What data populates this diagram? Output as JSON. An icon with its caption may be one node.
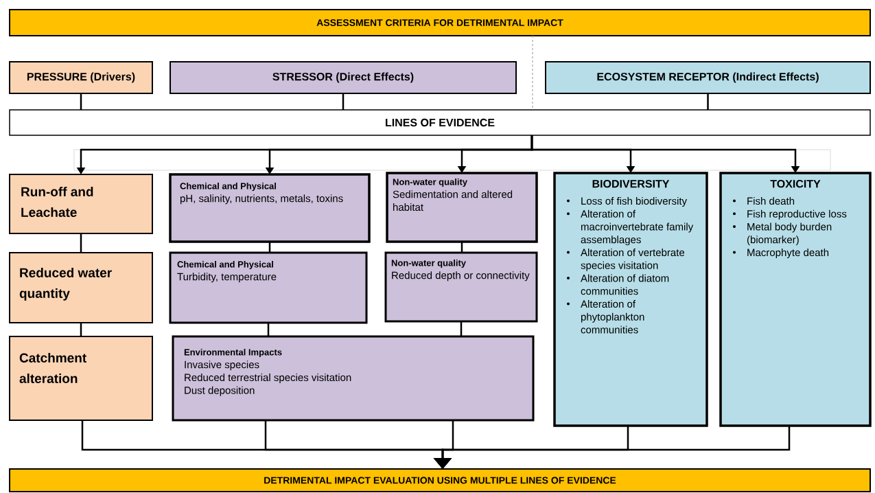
{
  "diagram": {
    "nodes": [
      {
        "text": [
          "ASSESSMENT CRITERIA FOR DETRIMENTAL IMPACT"
        ]
      },
      {
        "text": [
          "PRESSURE (Drivers)"
        ]
      },
      {
        "text": [
          "STRESSOR (Direct Effects)"
        ]
      },
      {
        "text": [
          "ECOSYSTEM RECEPTOR (Indirect Effects)"
        ]
      },
      {
        "text": [
          "LINES OF EVIDENCE"
        ]
      },
      {
        "text": [
          "Run-off and Leachate"
        ]
      },
      {
        "text": [
          "Chemical and Physical",
          "pH, salinity, nutrients, metals, toxins"
        ]
      },
      {
        "text": [
          "Non-water quality",
          "Sedimentation and altered habitat"
        ]
      },
      {
        "text": [
          "BIODIVERSITY",
          "Loss of fish biodiversity",
          "Alteration of macroinvertebrate family assemblages",
          "Alteration of vertebrate species visitation",
          "Alteration of diatom communities",
          "Alteration of phytoplankton communities"
        ]
      },
      {
        "text": [
          "TOXICITY",
          "Fish death",
          "Fish reproductive loss",
          "Metal body burden (biomarker)",
          "Macrophyte death"
        ]
      },
      {
        "text": [
          "Reduced water quantity"
        ]
      },
      {
        "text": [
          "Chemical and Physical",
          "Turbidity, temperature"
        ]
      },
      {
        "text": [
          "Non-water quality",
          "Reduced depth or connectivity"
        ]
      },
      {
        "text": [
          "Catchment alteration"
        ]
      },
      {
        "text": [
          "Environmental Impacts",
          "Invasive species",
          "Reduced terrestrial species visitation",
          "Dust deposition"
        ]
      },
      {
        "text": [
          "DETRIMENTAL IMPACT EVALUATION USING MULTIPLE LINES OF EVIDENCE"
        ]
      }
    ],
    "edges": [
      {
        "from": 0,
        "to": 4,
        "arrow": "none",
        "style": "dashed",
        "color": "#a6a6a6"
      },
      {
        "from": 1,
        "to": 4,
        "arrow": "none"
      },
      {
        "from": 2,
        "to": 4,
        "arrow": "none"
      },
      {
        "from": 3,
        "to": 4,
        "arrow": "none"
      },
      {
        "from": 4,
        "to": 5,
        "arrow": "to"
      },
      {
        "from": 4,
        "to": 6,
        "arrow": "to"
      },
      {
        "from": 4,
        "to": 7,
        "arrow": "to"
      },
      {
        "from": 4,
        "to": 8,
        "arrow": "to"
      },
      {
        "from": 4,
        "to": 9,
        "arrow": "to"
      },
      {
        "from": 5,
        "to": 10,
        "arrow": "none"
      },
      {
        "from": 10,
        "to": 13,
        "arrow": "none"
      },
      {
        "from": 6,
        "to": 11,
        "arrow": "none"
      },
      {
        "from": 11,
        "to": 14,
        "arrow": "none"
      },
      {
        "from": 7,
        "to": 12,
        "arrow": "none"
      },
      {
        "from": 12,
        "to": 14,
        "arrow": "none"
      },
      {
        "from": 13,
        "to": 15,
        "arrow": "to"
      },
      {
        "from": 14,
        "to": 15,
        "arrow": "to"
      },
      {
        "from": 14,
        "to": 15,
        "arrow": "to"
      },
      {
        "from": 8,
        "to": 15,
        "arrow": "to"
      },
      {
        "from": 9,
        "to": 15,
        "arrow": "to"
      }
    ]
  }
}
